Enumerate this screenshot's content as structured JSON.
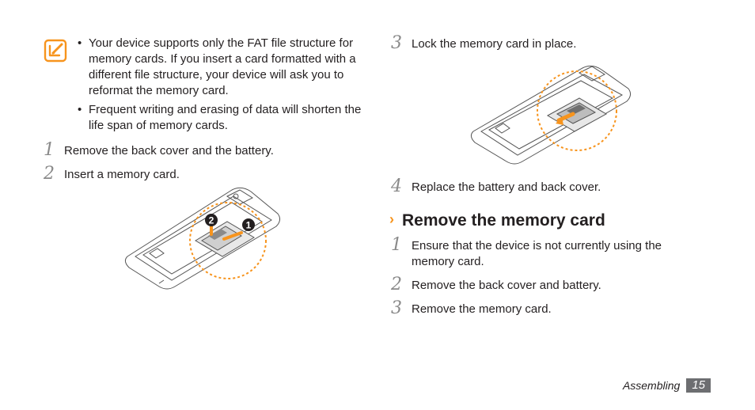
{
  "note": {
    "bullets": [
      "Your device supports only the FAT file structure for memory cards. If you insert a card formatted with a different file structure, your device will ask you to reformat the memory card.",
      "Frequent writing and erasing of data will shorten the life span of memory cards."
    ],
    "bullet_glyph": "•"
  },
  "left_steps": [
    {
      "num": "1",
      "text": "Remove the back cover and the battery."
    },
    {
      "num": "2",
      "text": "Insert a memory card."
    }
  ],
  "insert_illustration": {
    "callouts": [
      "1",
      "2"
    ]
  },
  "right_steps_top": [
    {
      "num": "3",
      "text": "Lock the memory card in place."
    },
    {
      "num": "4",
      "text": "Replace the battery and back cover."
    }
  ],
  "section": {
    "chevron": "›",
    "title": "Remove the memory card"
  },
  "remove_steps": [
    {
      "num": "1",
      "text": "Ensure that the device is not currently using the memory card."
    },
    {
      "num": "2",
      "text": "Remove the back cover and battery."
    },
    {
      "num": "3",
      "text": "Remove the memory card."
    }
  ],
  "footer": {
    "section": "Assembling",
    "page": "15"
  },
  "colors": {
    "accent": "#f7941d",
    "text": "#231f20",
    "step_number": "#8a8a8a",
    "page_badge": "#6d6e71"
  }
}
